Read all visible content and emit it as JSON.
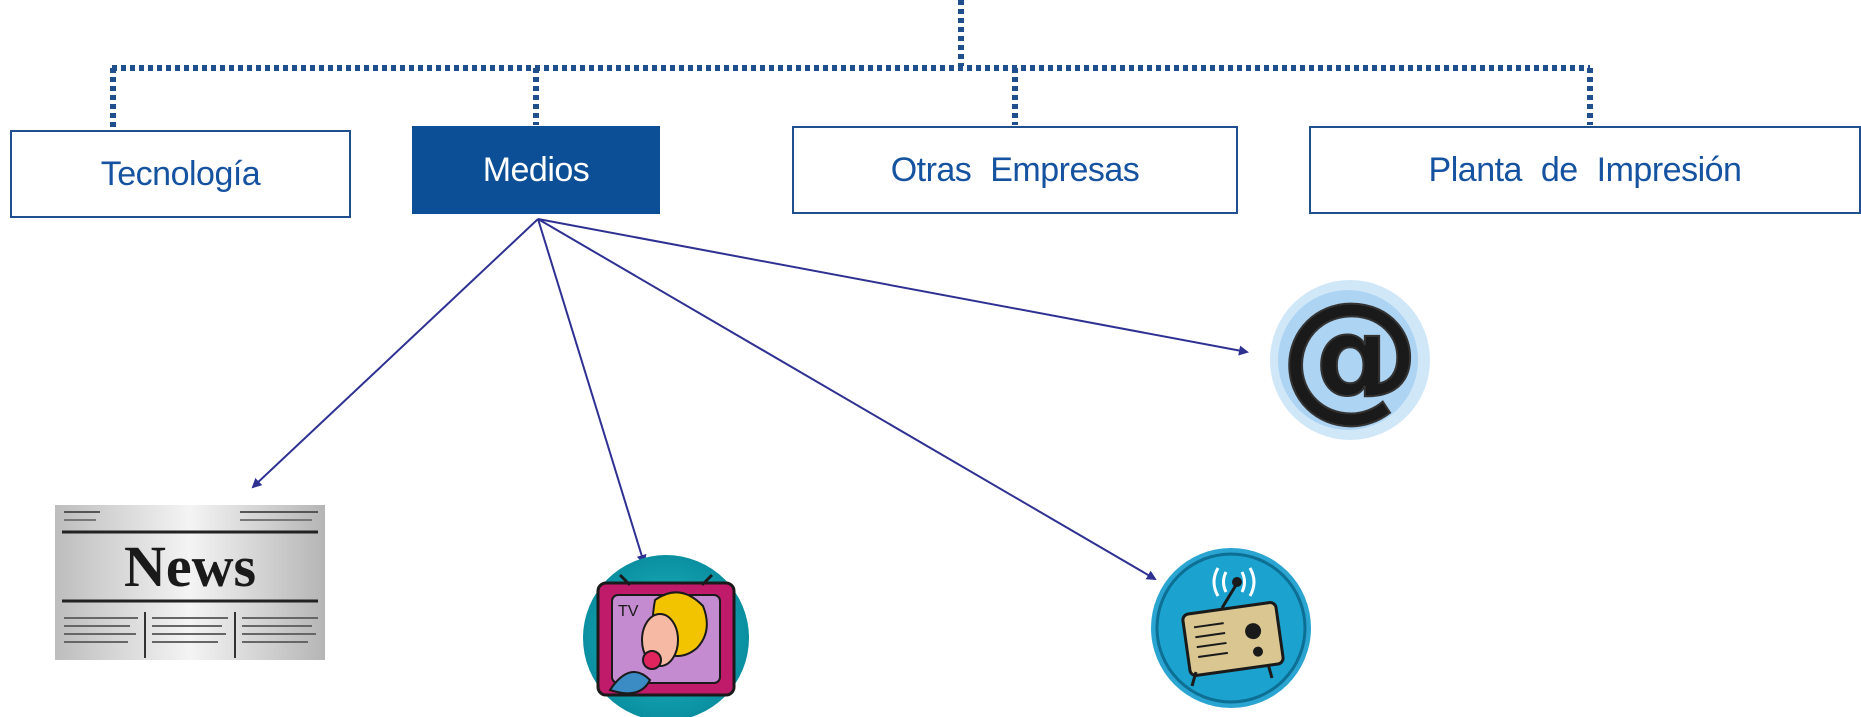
{
  "units": [
    {
      "id": "tecnologia",
      "label": "Tecnología",
      "active": false
    },
    {
      "id": "medios",
      "label": "Medios",
      "active": true
    },
    {
      "id": "otras-empresas",
      "label": "Otras Empresas",
      "active": false
    },
    {
      "id": "planta-impresion",
      "label": "Planta de Impresión",
      "active": false
    }
  ],
  "media": [
    {
      "id": "newspaper",
      "icon": "newspaper-icon",
      "text": "News"
    },
    {
      "id": "television",
      "icon": "television-icon",
      "text": "TV"
    },
    {
      "id": "radio",
      "icon": "radio-icon"
    },
    {
      "id": "internet",
      "icon": "at-sign-icon",
      "text": "@"
    }
  ],
  "colors": {
    "accent": "#0c4f96",
    "connector": "#1f4f8c",
    "arrow": "#2e3192",
    "label": "#1552a0"
  }
}
